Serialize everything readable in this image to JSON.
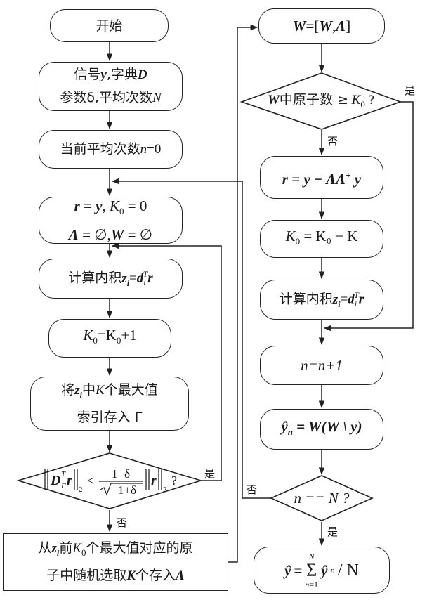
{
  "left": {
    "start": "开始",
    "input_line1_a": "信号",
    "input_line1_b": "字典",
    "input_line2_a": "参数δ,平均次数",
    "count_prefix": "当前平均次数",
    "init_line1_a": "= ",
    "init_line1_b": "0",
    "init_line2": "= ∅,",
    "init_line2_b": "= ∅",
    "inner_prefix": "计算内积",
    "k0_expr": "=K",
    "k0_plus": "+1",
    "sel_line1_a": "将",
    "sel_line1_b": "中",
    "sel_line1_c": "个最大值",
    "sel_line2": "索引存入 Γ",
    "cond_frac_num": "1−δ",
    "cond_frac_den": "1+δ",
    "cond_q": "?",
    "yes_label": "是",
    "no_label": "否",
    "final_line1_a": "从",
    "final_line1_b": "前",
    "final_line1_c": "个最大值对应的原",
    "final_line2_a": "子中随机选取",
    "final_line2_b": "个存入"
  },
  "right": {
    "merge": "=[",
    "cond_a": "中原子数 ≥",
    "cond_q": "?",
    "yes_label": "是",
    "no_label": "否",
    "resid": "r = y − ΛΛ⁺ y",
    "k_update": "= K₀ − K",
    "inner_prefix": "计算内积",
    "n_incr": "n=n+1",
    "yn": "= W(W \\ y)",
    "final_cond": "n == N ?",
    "yes2": "是",
    "no2": "否",
    "avg": "/ N"
  }
}
